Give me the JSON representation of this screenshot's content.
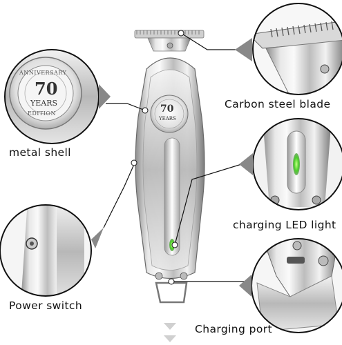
{
  "callouts": {
    "blade": "Carbon steel blade",
    "shell": "metal shell",
    "led": "charging LED light",
    "power": "Power switch",
    "port": "Charging port"
  },
  "emblem": {
    "number": "70",
    "years": "YEARS",
    "top_arc": "ANNIVERSARY",
    "bottom_arc": "EDITION"
  },
  "colors": {
    "led_green": "#4cd22a",
    "metal_light": "#f2f2f2",
    "metal_dark": "#8a8a8a"
  }
}
